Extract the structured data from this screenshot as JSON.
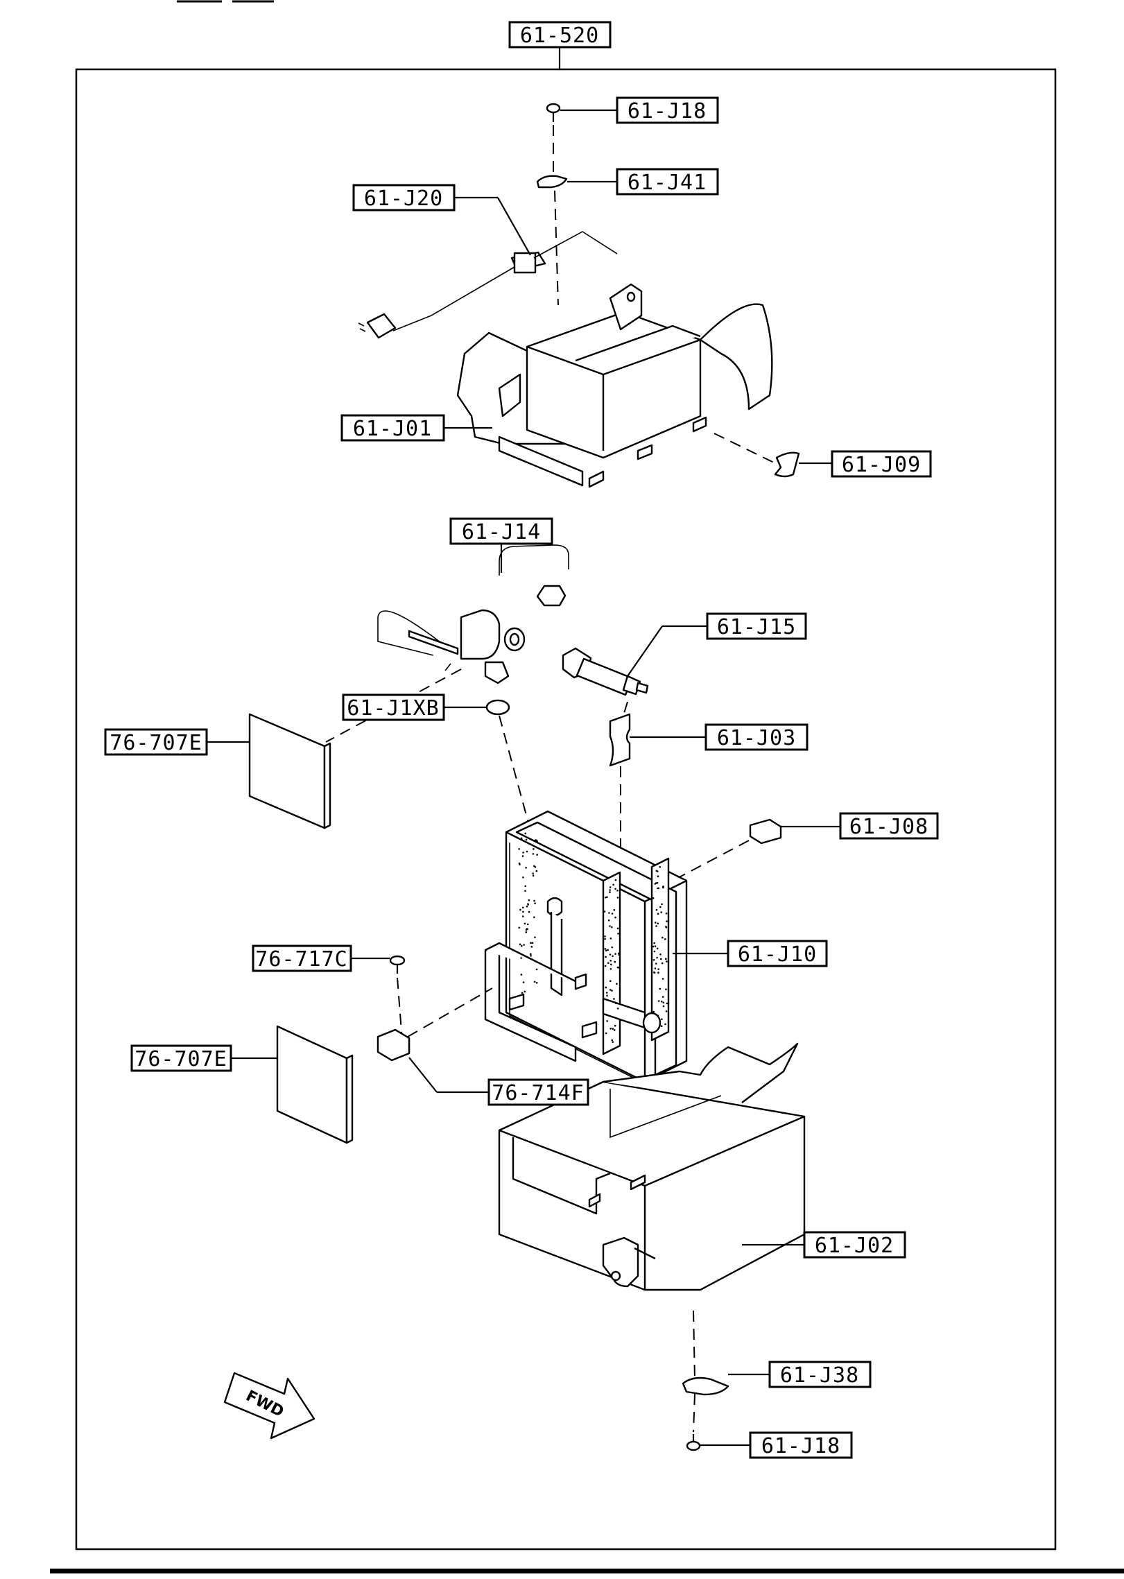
{
  "assembly_label": "61-520",
  "labels": {
    "screw_top": "61-J18",
    "clip_top": "61-J41",
    "thermistor": "61-J20",
    "upper_case": "61-J01",
    "clip_side": "61-J09",
    "expansion_valve": "61-J14",
    "pipe": "61-J15",
    "o_ring": "61-J1XB",
    "seal_upper": "76-707E",
    "insulator": "61-J03",
    "grommet": "61-J08",
    "evaporator": "61-J10",
    "screw_small": "76-717C",
    "seal_lower": "76-707E",
    "bracket": "76-714F",
    "lower_case": "61-J02",
    "clip_bottom": "61-J38",
    "screw_bottom": "61-J18"
  },
  "fwd_text": "FWD"
}
